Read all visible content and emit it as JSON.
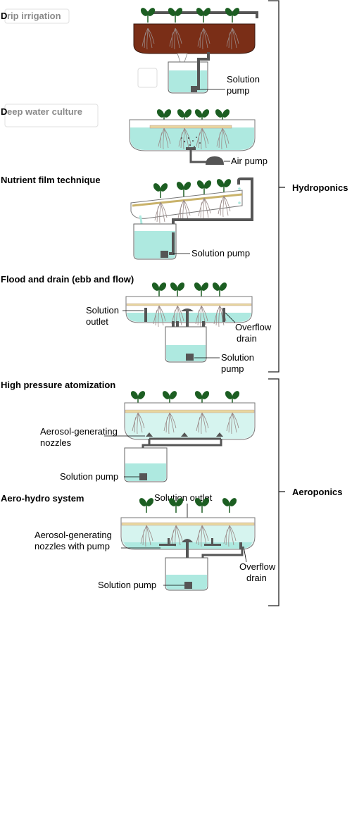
{
  "systems": {
    "drip": {
      "title": "Drip irrigation",
      "title_initial": "D",
      "title_rest": "rip irrigation",
      "pump_label": [
        "Solution",
        "pump"
      ]
    },
    "dwc": {
      "title": "Deep water culture",
      "title_initial": "D",
      "title_rest": "eep water culture",
      "pump_label": "Air pump"
    },
    "nft": {
      "title": "Nutrient film technique",
      "pump_label": "Solution pump"
    },
    "ebb": {
      "title": "Flood and drain (ebb and flow)",
      "outlet_label": [
        "Solution",
        "outlet"
      ],
      "drain_label": [
        "Overflow",
        "drain"
      ],
      "pump_label": [
        "Solution",
        "pump"
      ]
    },
    "hpa": {
      "title": "High pressure atomization",
      "nozzle_label": [
        "Aerosol-generating",
        "nozzles"
      ],
      "pump_label": "Solution pump"
    },
    "aero_hydro": {
      "title": "Aero-hydro system",
      "outlet_label": "Solution outlet",
      "nozzle_label": [
        "Aerosol-generating",
        "nozzles with pump"
      ],
      "drain_label": [
        "Overflow",
        "drain"
      ],
      "pump_label": "Solution pump"
    }
  },
  "groups": {
    "hydroponics": "Hydroponics",
    "aeroponics": "Aeroponics"
  },
  "colors": {
    "water": "#aee9e0",
    "soil": "#7a2e17",
    "leaf": "#1c5e22",
    "pipe": "#555555",
    "board": "#e8d6a0",
    "root": "#9a8a88",
    "bracket": "#222222"
  }
}
